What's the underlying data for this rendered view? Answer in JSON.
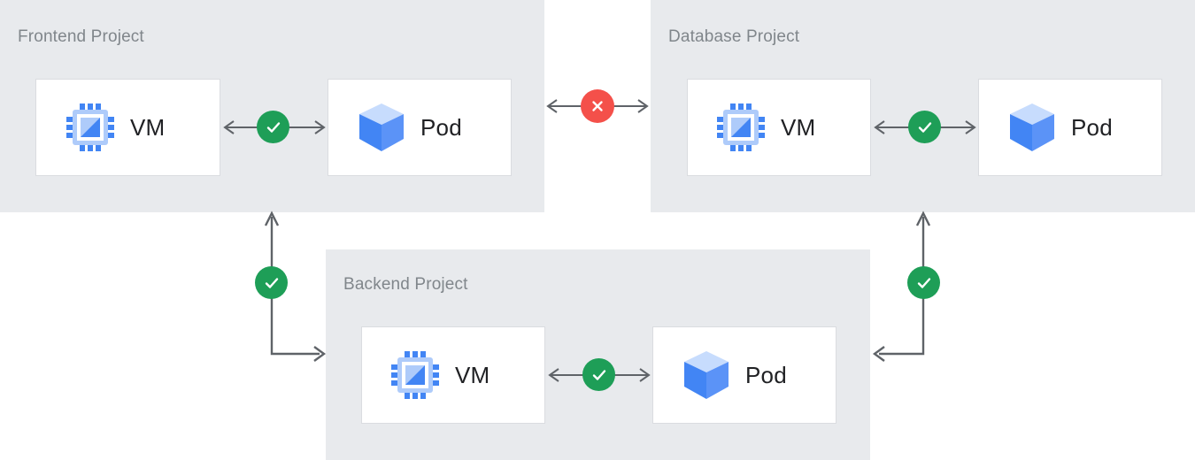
{
  "diagram": {
    "title_color": "#80868b",
    "panel_color": "#e8eaed",
    "card_bg": "#ffffff",
    "card_border": "#dadce0",
    "line_color": "#5f6368",
    "status_ok_color": "#1e9e57",
    "status_blocked_color": "#f4504a",
    "icon_blue_dark": "#4285f4",
    "icon_blue_light": "#aecbfa",
    "icon_blue_pale": "#d2e3fc"
  },
  "panels": [
    {
      "id": "frontend",
      "title": "Frontend Project",
      "resources": [
        {
          "id": "frontend-vm",
          "label": "VM",
          "icon": "vm-chip-icon"
        },
        {
          "id": "frontend-pod",
          "label": "Pod",
          "icon": "pod-cube-icon"
        }
      ],
      "internal_link": {
        "status": "ok",
        "icon": "check-icon",
        "direction": "bidirectional"
      }
    },
    {
      "id": "database",
      "title": "Database Project",
      "resources": [
        {
          "id": "database-vm",
          "label": "VM",
          "icon": "vm-chip-icon"
        },
        {
          "id": "database-pod",
          "label": "Pod",
          "icon": "pod-cube-icon"
        }
      ],
      "internal_link": {
        "status": "ok",
        "icon": "check-icon",
        "direction": "bidirectional"
      }
    },
    {
      "id": "backend",
      "title": "Backend Project",
      "resources": [
        {
          "id": "backend-vm",
          "label": "VM",
          "icon": "vm-chip-icon"
        },
        {
          "id": "backend-pod",
          "label": "Pod",
          "icon": "pod-cube-icon"
        }
      ],
      "internal_link": {
        "status": "ok",
        "icon": "check-icon",
        "direction": "bidirectional"
      }
    }
  ],
  "cross_links": [
    {
      "id": "frontend-to-database",
      "from": "frontend",
      "to": "database",
      "status": "blocked",
      "icon": "close-icon",
      "direction": "bidirectional"
    },
    {
      "id": "backend-to-frontend",
      "from": "backend",
      "to": "frontend",
      "status": "ok",
      "icon": "check-icon",
      "direction": "bidirectional"
    },
    {
      "id": "backend-to-database",
      "from": "backend",
      "to": "database",
      "status": "ok",
      "icon": "check-icon",
      "direction": "bidirectional"
    }
  ]
}
